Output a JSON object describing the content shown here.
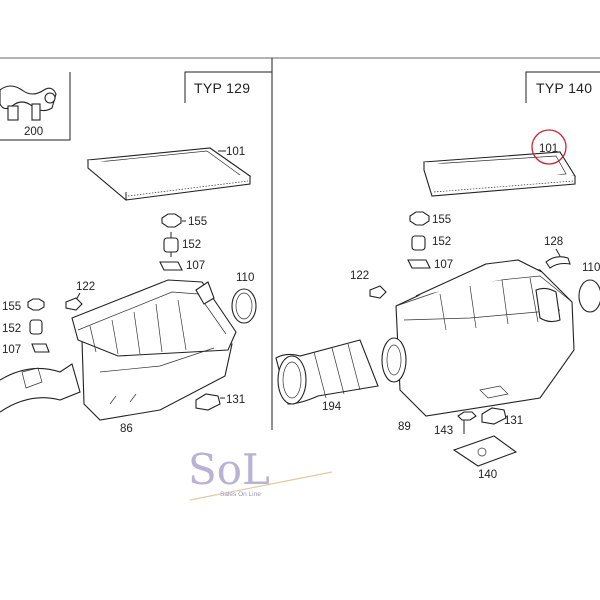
{
  "panels": {
    "left": {
      "label": "TYP 129"
    },
    "right": {
      "label": "TYP 140"
    }
  },
  "highlight": {
    "label": "101",
    "color": "#cc2233"
  },
  "callouts": {
    "c200": "200",
    "l101": "101",
    "l155": "155",
    "l152": "152",
    "l107": "107",
    "l122": "122",
    "l110": "110",
    "l155b": "155",
    "l152b": "152",
    "l107b": "107",
    "l131": "131",
    "l86": "86",
    "r155": "155",
    "r152": "152",
    "r107": "107",
    "r128": "128",
    "r110": "110",
    "r122": "122",
    "r194": "194",
    "r89": "89",
    "r143": "143",
    "r131": "131",
    "r140": "140"
  },
  "watermark": {
    "main": "SoL",
    "sub": "Sales On Line"
  }
}
